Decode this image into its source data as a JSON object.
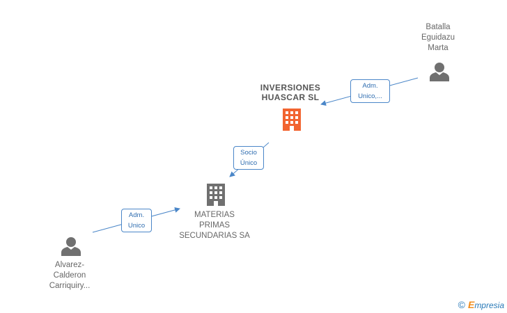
{
  "nodes": {
    "inversiones": {
      "label_line1": "INVERSIONES",
      "label_line2": "HUASCAR  SL",
      "icon": "building-icon",
      "color": "#f26430"
    },
    "materias": {
      "label_line1": "MATERIAS",
      "label_line2": "PRIMAS",
      "label_line3": "SECUNDARIAS SA",
      "icon": "building-icon",
      "color": "#707070"
    },
    "batalla": {
      "label_line1": "Batalla",
      "label_line2": "Eguidazu",
      "label_line3": "Marta",
      "icon": "person-icon",
      "color": "#707070"
    },
    "alvarez": {
      "label_line1": "Alvarez-",
      "label_line2": "Calderon",
      "label_line3": "Carriquiry...",
      "icon": "person-icon",
      "color": "#707070"
    }
  },
  "edges": {
    "batalla_to_inversiones": {
      "line1": "Adm.",
      "line2": "Unico,..."
    },
    "inversiones_to_materias": {
      "line1": "Socio",
      "line2": "Único"
    },
    "alvarez_to_materias": {
      "line1": "Adm.",
      "line2": "Unico"
    }
  },
  "footer": {
    "copyright": "©",
    "brand_first": "E",
    "brand_rest": "mpresia"
  },
  "colors": {
    "edge": "#4a86c8",
    "text": "#666666"
  }
}
